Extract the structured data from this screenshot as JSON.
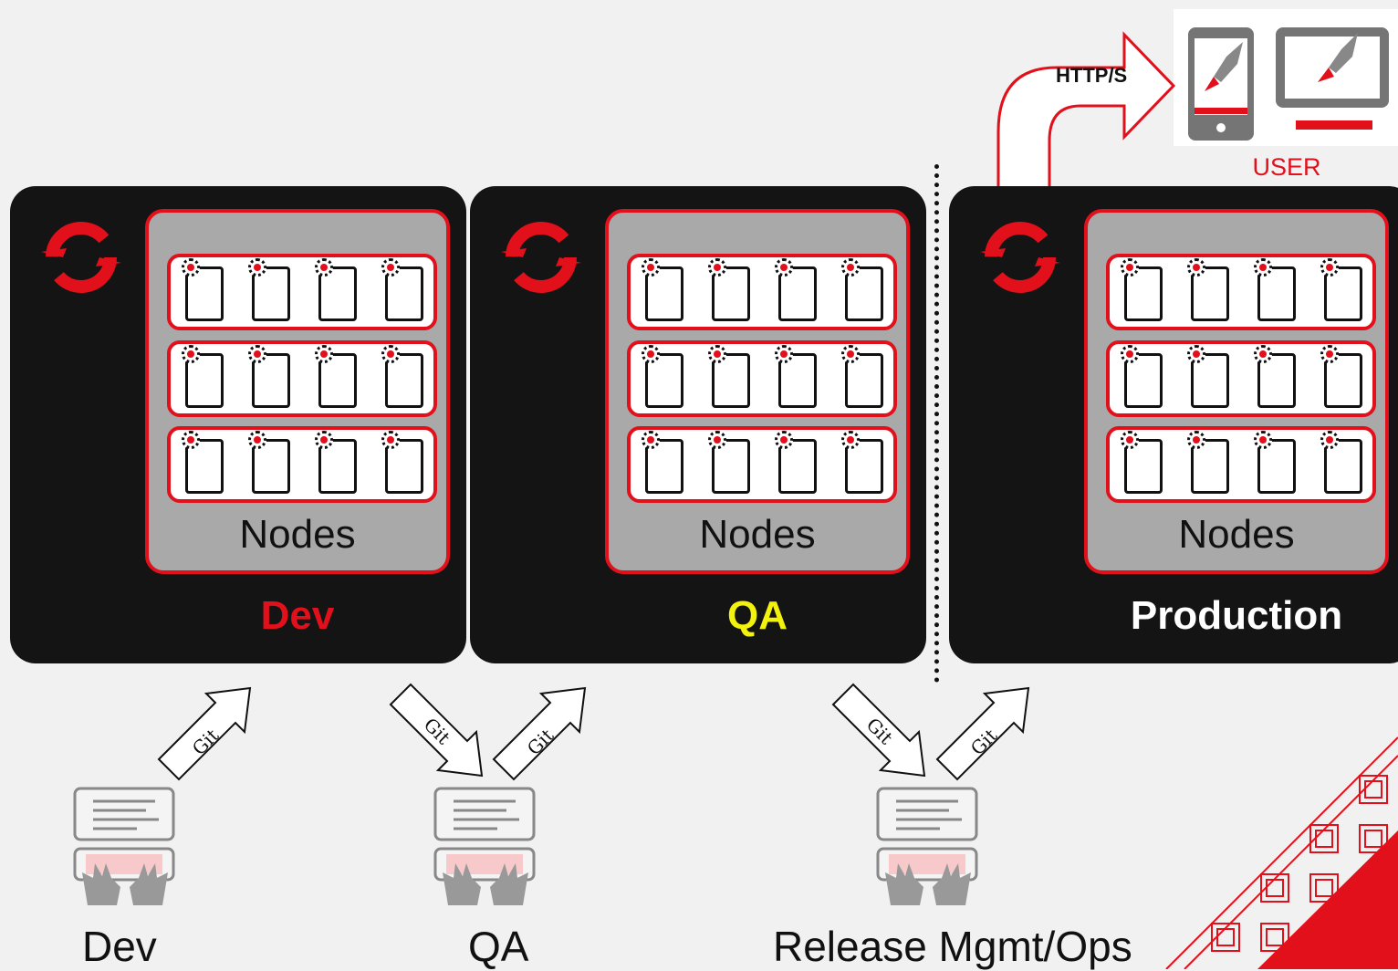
{
  "clusters": [
    {
      "id": "dev",
      "nodes_label": "Nodes",
      "env_label": "Dev",
      "env_color": "#e1101b"
    },
    {
      "id": "qa",
      "nodes_label": "Nodes",
      "env_label": "QA",
      "env_color": "#f2f20c"
    },
    {
      "id": "prod",
      "nodes_label": "Nodes",
      "env_label": "Production",
      "env_color": "#ffffff"
    }
  ],
  "pods_per_cluster": {
    "rows": 3,
    "per_row": 4
  },
  "user": {
    "label": "USER",
    "devices": [
      "tablet-icon",
      "laptop-icon"
    ]
  },
  "http_label": "HTTP/S",
  "git_label": "Git",
  "workstations": [
    {
      "label": "Dev"
    },
    {
      "label": "QA"
    },
    {
      "label": "Release Mgmt/Ops"
    }
  ],
  "colors": {
    "accent": "#e1101b",
    "cluster_bg": "#141414",
    "nodes_bg": "#a9a9a9"
  }
}
